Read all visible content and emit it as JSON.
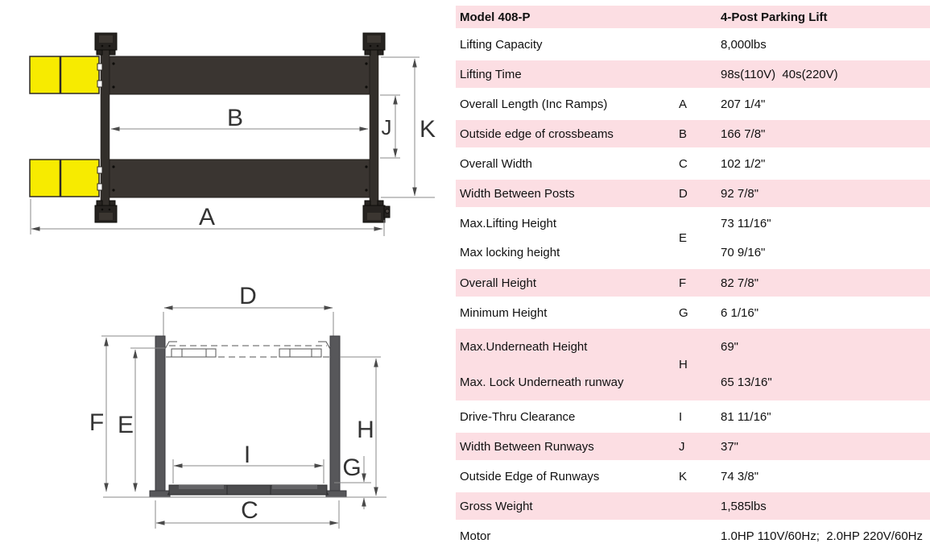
{
  "colors": {
    "pink": "#fcdee3",
    "yellow": "#f7eb00",
    "runway": "#3a3531",
    "beam": "#332f2b",
    "post": "#57575a",
    "dim": "#8a8a8a",
    "label": "#333333"
  },
  "diagram": {
    "labels": {
      "A": "A",
      "B": "B",
      "C": "C",
      "D": "D",
      "E": "E",
      "F": "F",
      "G": "G",
      "H": "H",
      "I": "I",
      "J": "J",
      "K": "K"
    }
  },
  "spec_table": {
    "header": {
      "model": "Model 408-P",
      "product": "4-Post Parking Lift"
    },
    "rows": [
      {
        "label": "Lifting Capacity",
        "letter": "",
        "value": "8,000lbs"
      },
      {
        "label": "Lifting Time",
        "letter": "",
        "value": "98s(110V)  40s(220V)"
      },
      {
        "label": "Overall Length (Inc Ramps)",
        "letter": "A",
        "value": "207 1/4\""
      },
      {
        "label": "Outside edge of crossbeams",
        "letter": "B",
        "value": "166 7/8\""
      },
      {
        "label": "Overall Width",
        "letter": "C",
        "value": "102 1/2\""
      },
      {
        "label": "Width Between Posts",
        "letter": "D",
        "value": "92 7/8\""
      },
      {
        "labels": [
          "Max.Lifting Height",
          "Max locking height"
        ],
        "letter": "E",
        "values": [
          "73 11/16\"",
          "70 9/16\""
        ]
      },
      {
        "label": "Overall Height",
        "letter": "F",
        "value": "82 7/8\""
      },
      {
        "label": "Minimum Height",
        "letter": "G",
        "value": "6 1/16\""
      },
      {
        "labels": [
          "Max.Underneath Height",
          "Max. Lock Underneath runway"
        ],
        "letter": "H",
        "values": [
          "69\"",
          "65 13/16\""
        ]
      },
      {
        "label": "Drive-Thru Clearance",
        "letter": "I",
        "value": "81 11/16\""
      },
      {
        "label": "Width Between Runways",
        "letter": "J",
        "value": "37\""
      },
      {
        "label": "Outside Edge of Runways",
        "letter": "K",
        "value": "74 3/8\""
      },
      {
        "label": "Gross Weight",
        "letter": "",
        "value": "1,585lbs"
      },
      {
        "label": "Motor",
        "letter": "",
        "value": "1.0HP 110V/60Hz;  2.0HP 220V/60Hz"
      }
    ]
  }
}
